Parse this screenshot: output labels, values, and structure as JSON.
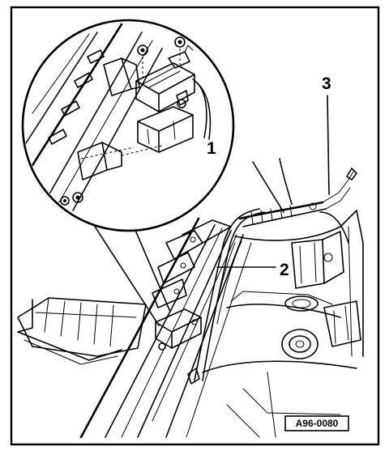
{
  "figure": {
    "callouts": [
      "1",
      "2",
      "3"
    ],
    "figure_code": "A96-0080"
  }
}
